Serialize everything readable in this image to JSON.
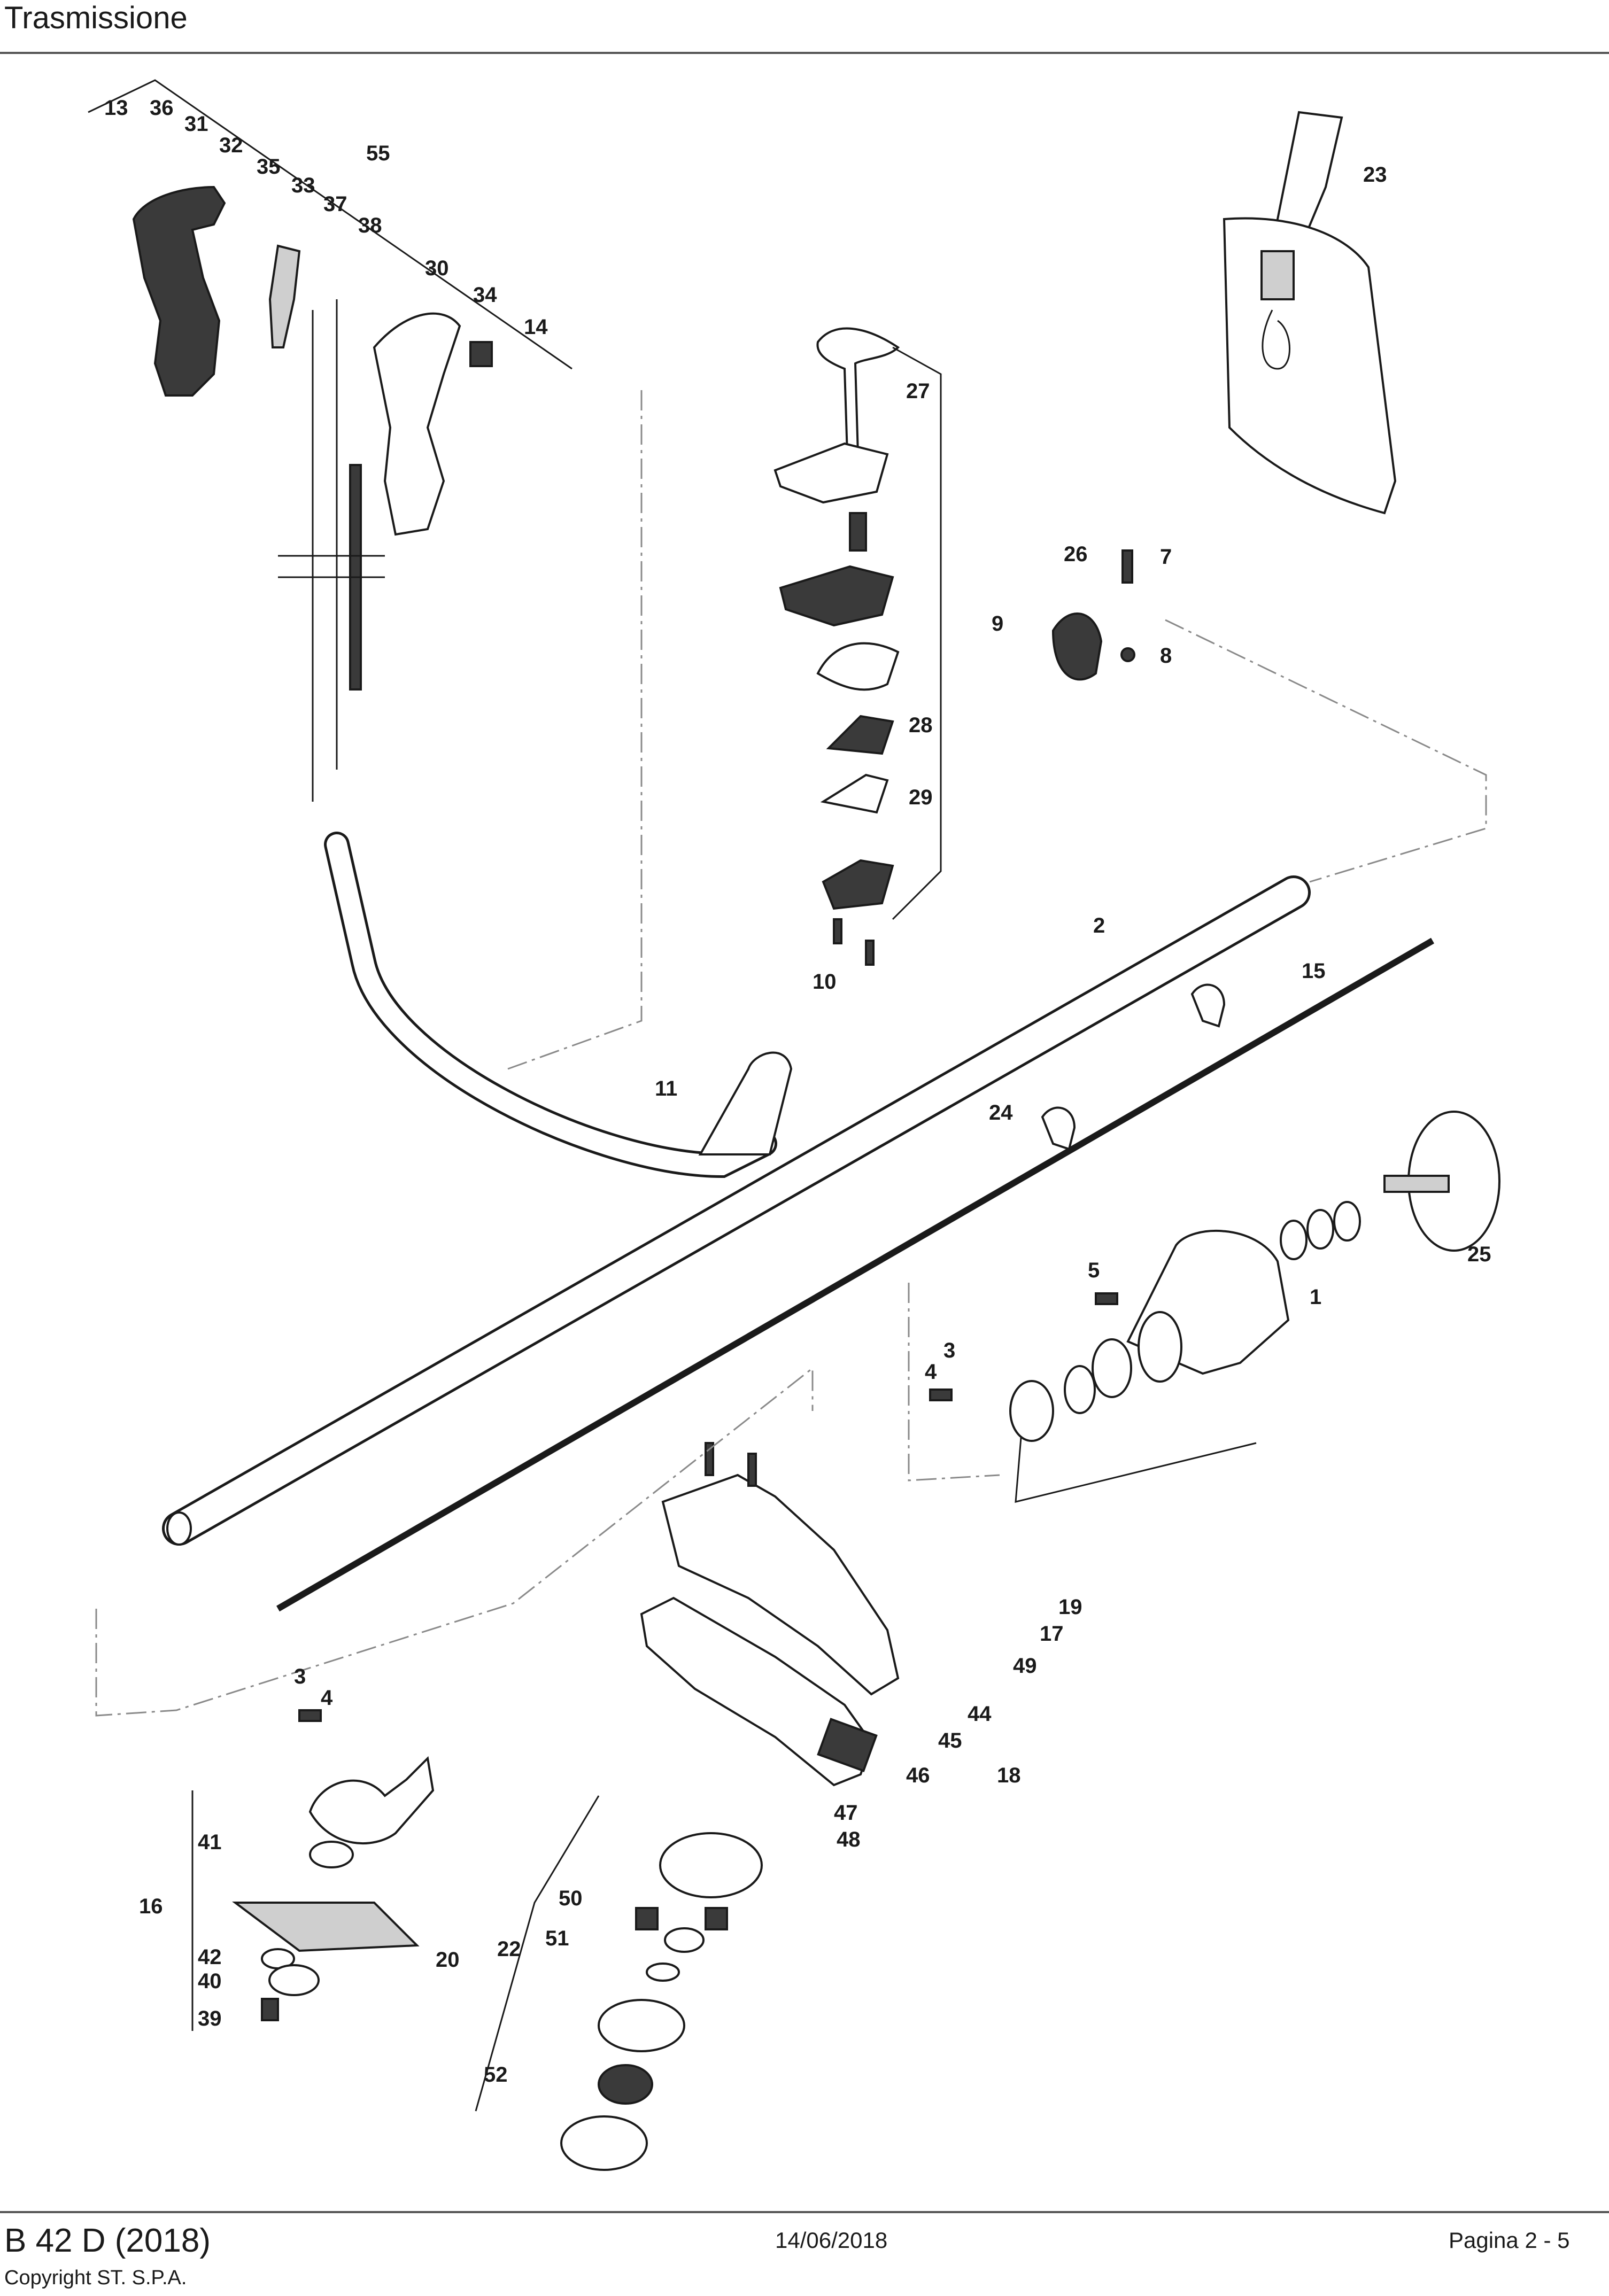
{
  "header": {
    "title": "Trasmissione"
  },
  "footer": {
    "model": "B 42 D (2018)",
    "copyright": "Copyright ST. S.P.A.",
    "date": "14/06/2018",
    "page": "Pagina 2 - 5"
  },
  "callouts": {
    "c1": "1",
    "c2": "2",
    "c3a": "3",
    "c3b": "3",
    "c4a": "4",
    "c4b": "4",
    "c5": "5",
    "c7": "7",
    "c8": "8",
    "c9": "9",
    "c10": "10",
    "c11": "11",
    "c13": "13",
    "c14": "14",
    "c15": "15",
    "c16": "16",
    "c17": "17",
    "c18": "18",
    "c19": "19",
    "c20": "20",
    "c22": "22",
    "c23": "23",
    "c24": "24",
    "c25": "25",
    "c26": "26",
    "c27": "27",
    "c28": "28",
    "c29": "29",
    "c30": "30",
    "c31": "31",
    "c32": "32",
    "c33": "33",
    "c34": "34",
    "c35": "35",
    "c36": "36",
    "c37": "37",
    "c38": "38",
    "c39": "39",
    "c40": "40",
    "c41": "41",
    "c42": "42",
    "c44": "44",
    "c45": "45",
    "c46": "46",
    "c47": "47",
    "c48": "48",
    "c49": "49",
    "c50": "50",
    "c51": "51",
    "c52": "52",
    "c55": "55"
  }
}
